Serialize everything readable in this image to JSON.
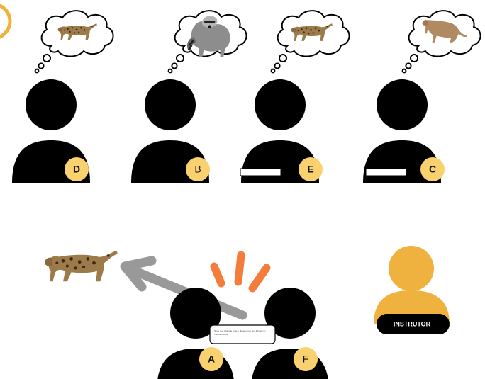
{
  "participants": [
    {
      "id": "D",
      "label": "D",
      "bold": true,
      "thought_animal": "ocelot-icon",
      "holds_card": false
    },
    {
      "id": "B",
      "label": "B",
      "bold": false,
      "thought_animal": "raccoon-icon",
      "holds_card": false
    },
    {
      "id": "E",
      "label": "E",
      "bold": true,
      "thought_animal": "ocelot-icon",
      "holds_card": true
    },
    {
      "id": "C",
      "label": "C",
      "bold": true,
      "thought_animal": "puma-icon",
      "holds_card": true
    }
  ],
  "pair": [
    {
      "id": "A",
      "label": "A",
      "bold": true
    },
    {
      "id": "F",
      "label": "F",
      "bold": false
    }
  ],
  "instructor": {
    "label": "INSTRUTOR"
  },
  "card": {
    "text_line1": "Nuuu cuo xduuqde prais u dicnaeu vuu uuu trduuuz uy",
    "text_line2": "truuuuuu tuuuu"
  },
  "target_animal": "ocelot-icon",
  "colors": {
    "silhouette": "#000000",
    "badge": "#f9d16f",
    "instructor": "#f0b23e",
    "instructor_bar": "#000000",
    "arrow": "#999999",
    "burst": "#f47c3c",
    "ring": "#f0b23e"
  }
}
